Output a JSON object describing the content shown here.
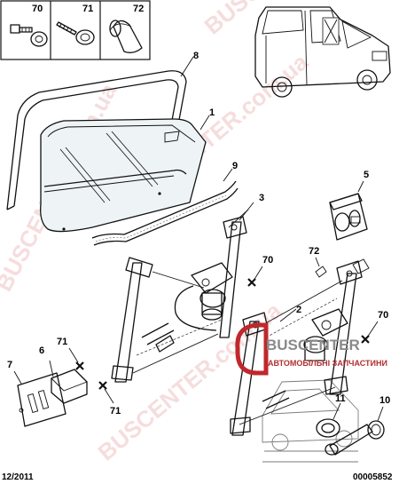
{
  "header": {
    "boxes": [
      {
        "number": "70"
      },
      {
        "number": "71"
      },
      {
        "number": "72"
      }
    ]
  },
  "callouts": {
    "c8": "8",
    "c1": "1",
    "c9": "9",
    "c3": "3",
    "c5": "5",
    "c70a": "70",
    "c72": "72",
    "c2": "2",
    "c70b": "70",
    "c7": "7",
    "c6": "6",
    "c71a": "71",
    "c71b": "71",
    "c11": "11",
    "c10": "10"
  },
  "watermark": {
    "brand": "BUSCENTER",
    "subtitle": "АВТОМОБІЛЬНІ ЗАПЧАСТИНИ",
    "diag_text": "BUSCENTER.com.ua"
  },
  "footer": {
    "date": "12/2011",
    "ref": "00005852"
  },
  "colors": {
    "watermark": "#e8a0a0",
    "logo_red": "#c0282b",
    "logo_gray": "#8a8a8a"
  }
}
